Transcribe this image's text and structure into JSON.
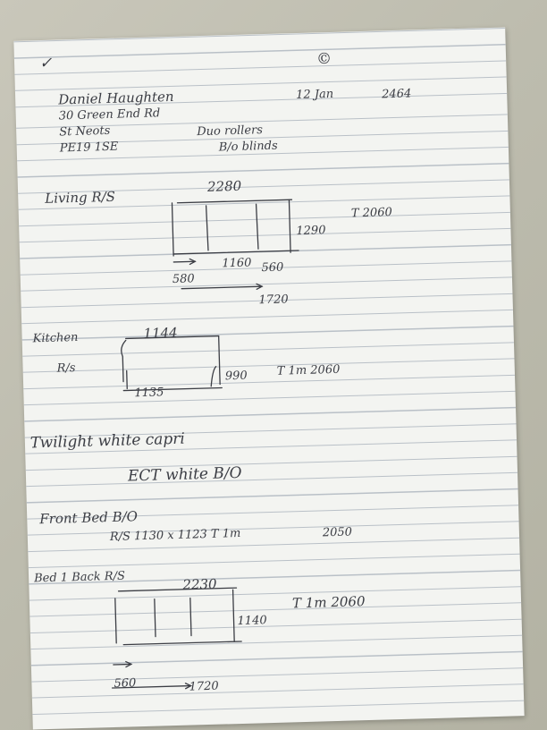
{
  "header": {
    "tick_mark": "✓",
    "circled_mark": "©",
    "date": "12 Jan",
    "ref_number": "2464",
    "customer_name": "Daniel Haughten",
    "address_line1": "30 Green End Rd",
    "address_line2": "St Neots",
    "postcode": "PE19 1SE",
    "product_line1": "Duo rollers",
    "product_line2": "B/o blinds"
  },
  "living": {
    "label": "Living R/S",
    "width": "2280",
    "height": "1290",
    "seg_left": "580",
    "seg_mid": "1160",
    "seg_right": "560",
    "offset": "1720",
    "top_note": "T 2060"
  },
  "kitchen": {
    "label": "Kitchen",
    "sub_label": "R/s",
    "width": "1144",
    "inner_width": "1135",
    "height": "990",
    "top_note": "T 1m 2060"
  },
  "fabrics": {
    "line1": "Twilight white capri",
    "line2": "ECT white B/O"
  },
  "front_bed": {
    "label": "Front Bed B/O",
    "measure": "R/S 1130 x 1123 T 1m",
    "top_note": "2050"
  },
  "bed1_back": {
    "label": "Bed 1 Back R/S",
    "width": "2230",
    "height": "1140",
    "top_note": "T 1m 2060",
    "seg_left": "560",
    "offset": "1720"
  }
}
